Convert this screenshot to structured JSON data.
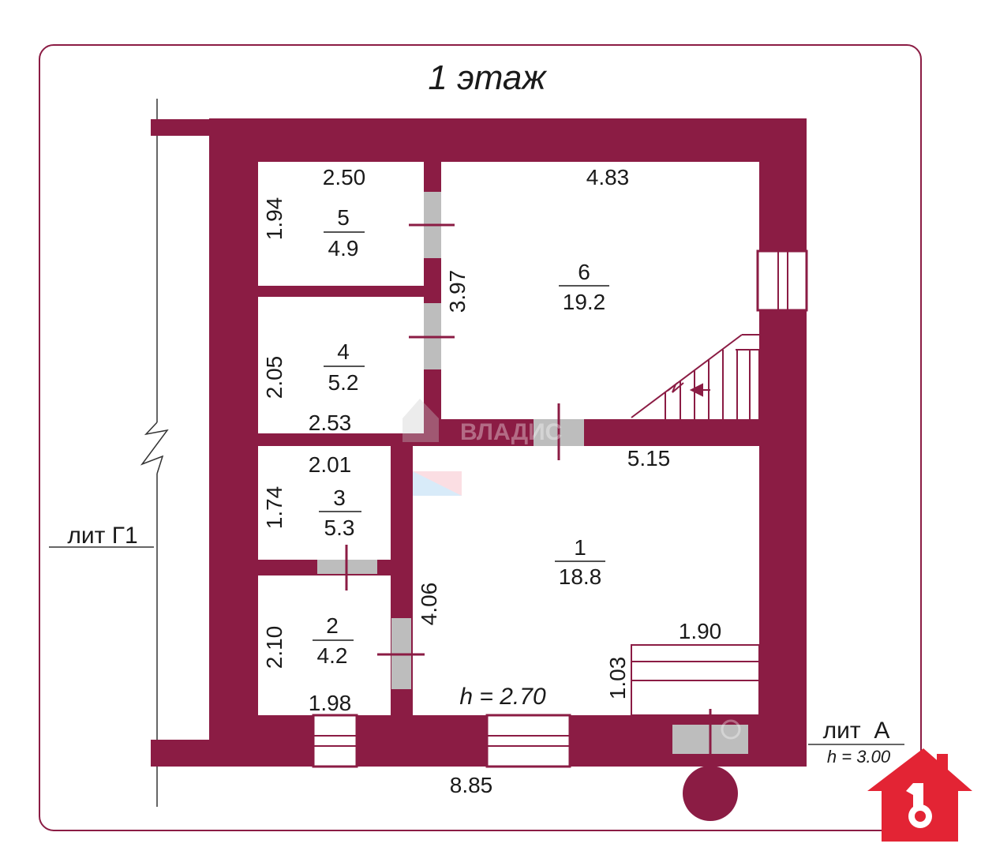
{
  "title": "1 этаж",
  "colors": {
    "wall": "#8B1C44",
    "door": "#BDBDBD",
    "frame": "#8B1C44",
    "logo": "#E32434"
  },
  "rooms": [
    {
      "id": "5",
      "number": "5",
      "area": "4.9",
      "width": "2.50",
      "height": "1.94"
    },
    {
      "id": "4",
      "number": "4",
      "area": "5.2",
      "width": "2.53",
      "height": "2.05"
    },
    {
      "id": "3",
      "number": "3",
      "area": "5.3",
      "width": "2.01",
      "height": "1.74"
    },
    {
      "id": "2",
      "number": "2",
      "area": "4.2",
      "width": "1.98",
      "height": "2.10"
    },
    {
      "id": "6",
      "number": "6",
      "area": "19.2",
      "width": "4.83",
      "height": "3.97"
    },
    {
      "id": "1",
      "number": "1",
      "area": "18.8",
      "width": "5.15",
      "height": "4.06"
    }
  ],
  "stairs": {
    "width": "1.90",
    "height": "1.03"
  },
  "ceiling_height": "h = 2.70",
  "overall_width": "8.85",
  "annex_label": "лит Г1",
  "building_label": "лит  А",
  "building_height": "h = 3.00",
  "watermark": "ВЛАДИС",
  "logo": {
    "icon": "house-key-icon"
  }
}
